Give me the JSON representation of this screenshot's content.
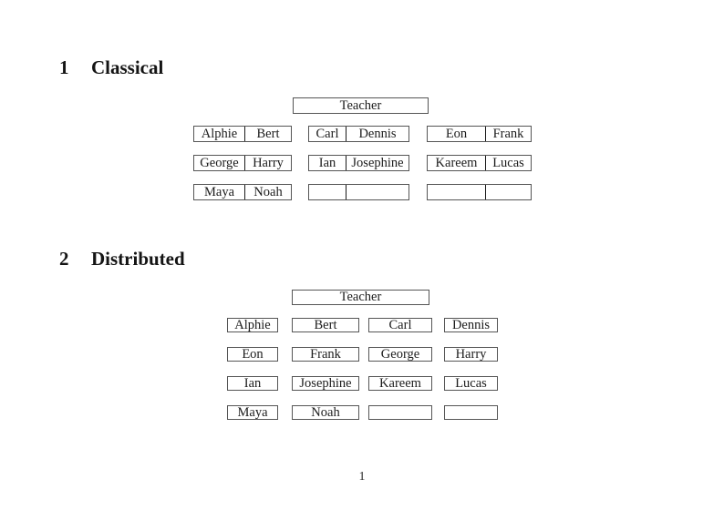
{
  "sections": {
    "classical": {
      "number": "1",
      "title": "Classical",
      "teacher_label": "Teacher",
      "desks": [
        {
          "seat_a": "Alphie",
          "seat_b": "Bert"
        },
        {
          "seat_a": "Carl",
          "seat_b": "Dennis"
        },
        {
          "seat_a": "Eon",
          "seat_b": "Frank"
        },
        {
          "seat_a": "George",
          "seat_b": "Harry"
        },
        {
          "seat_a": "Ian",
          "seat_b": "Josephine"
        },
        {
          "seat_a": "Kareem",
          "seat_b": "Lucas"
        },
        {
          "seat_a": "Maya",
          "seat_b": "Noah"
        },
        {
          "seat_a": "",
          "seat_b": ""
        },
        {
          "seat_a": "",
          "seat_b": ""
        }
      ]
    },
    "distributed": {
      "number": "2",
      "title": "Distributed",
      "teacher_label": "Teacher",
      "seats": [
        "Alphie",
        "Bert",
        "Carl",
        "Dennis",
        "Eon",
        "Frank",
        "George",
        "Harry",
        "Ian",
        "Josephine",
        "Kareem",
        "Lucas",
        "Maya",
        "Noah",
        "",
        ""
      ]
    }
  },
  "footer": {
    "page_number": "1"
  }
}
